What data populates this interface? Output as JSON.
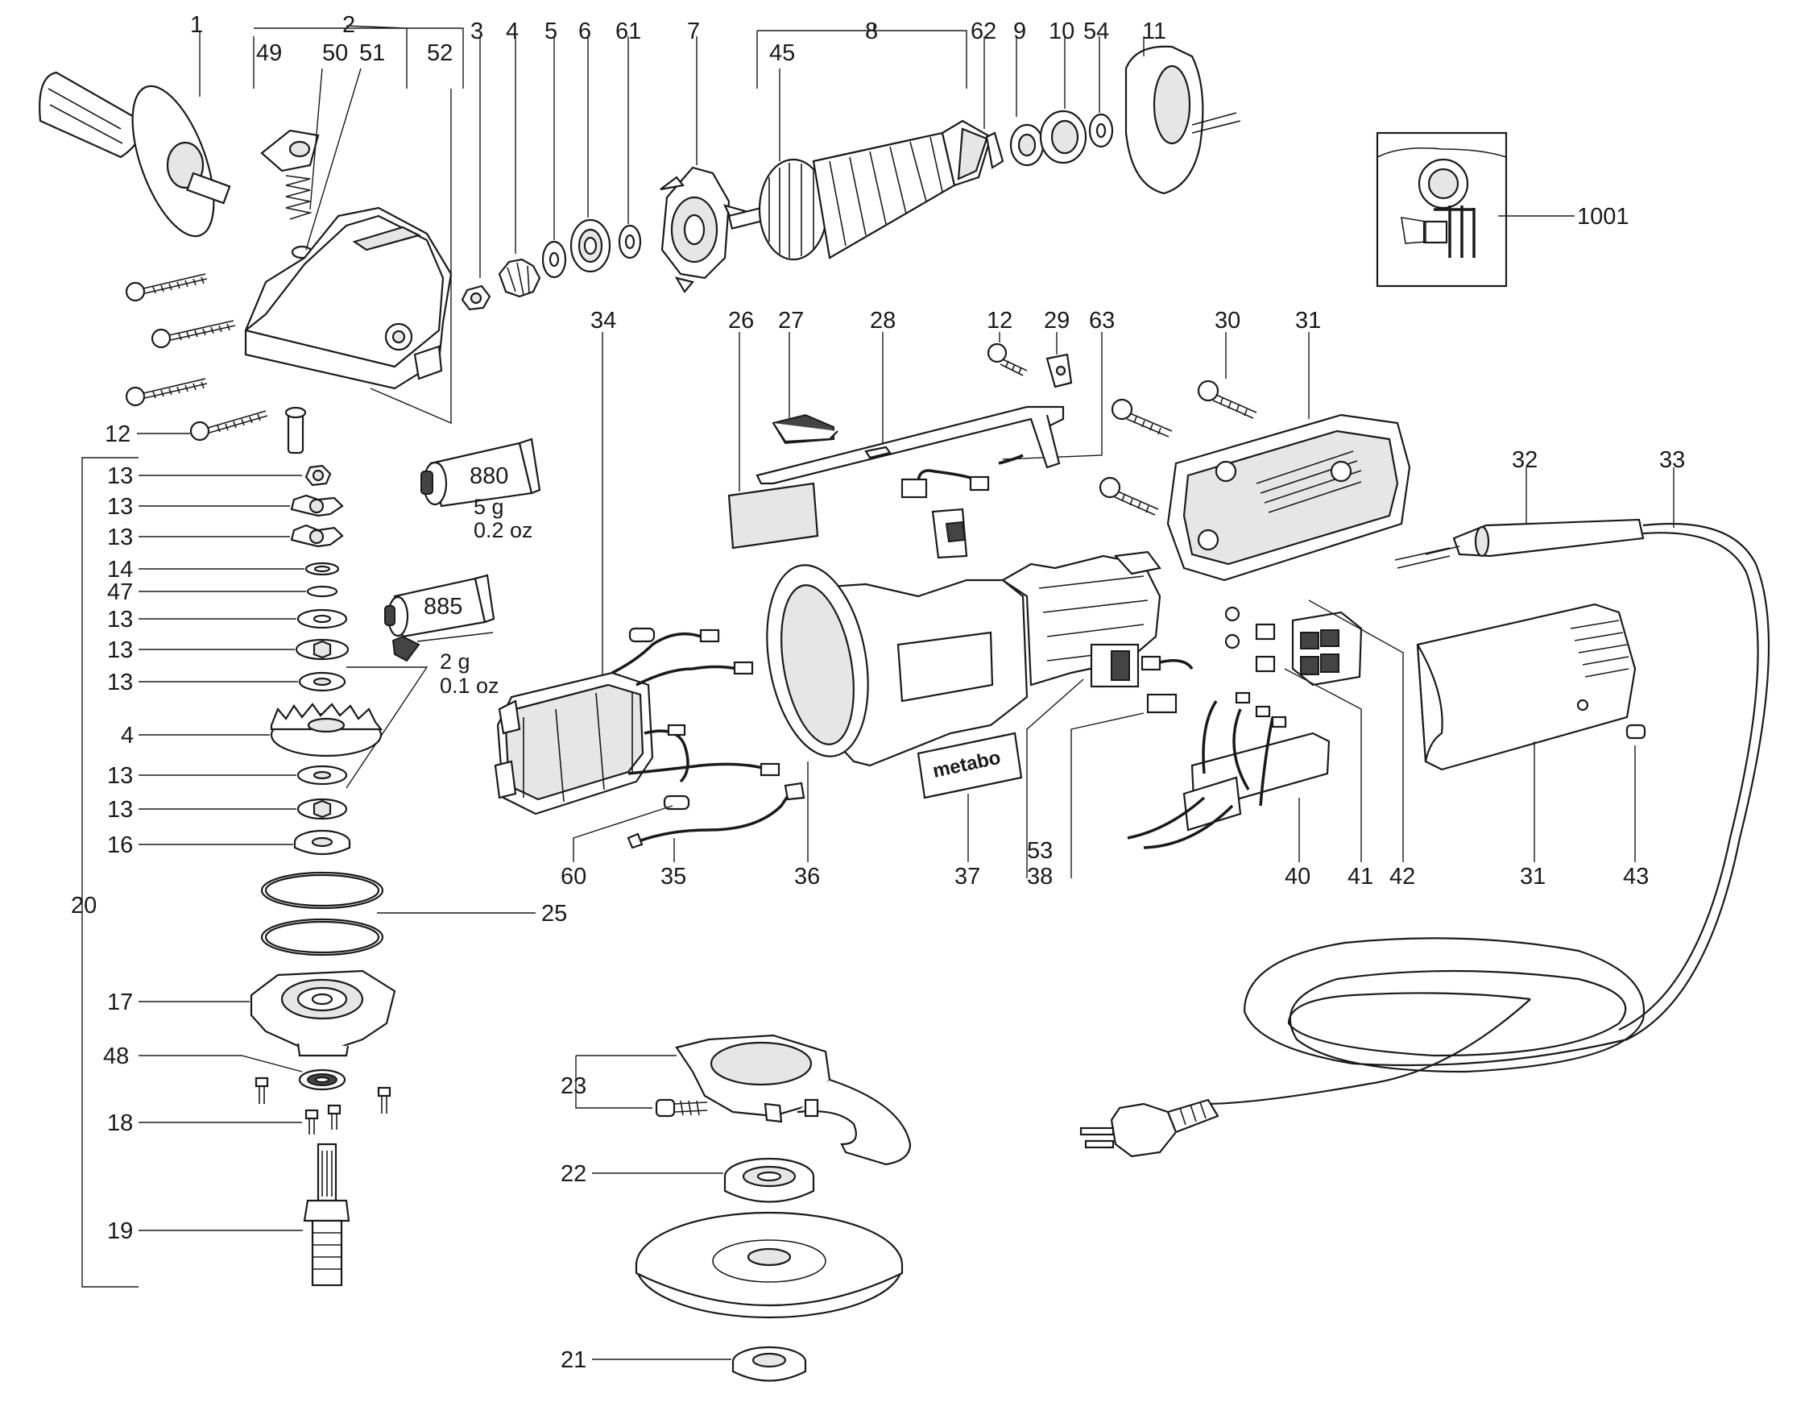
{
  "callouts": {
    "c1": "1",
    "c2": "2",
    "c3": "3",
    "c4": "4",
    "c4b": "4",
    "c5": "5",
    "c6": "6",
    "c61": "61",
    "c7": "7",
    "c8": "8",
    "c62": "62",
    "c9": "9",
    "c10": "10",
    "c54": "54",
    "c11": "11",
    "c49": "49",
    "c50": "50",
    "c51": "51",
    "c52": "52",
    "c45": "45",
    "c1001": "1001",
    "c34": "34",
    "c26": "26",
    "c27": "27",
    "c28": "28",
    "c12b": "12",
    "c29": "29",
    "c63": "63",
    "c30": "30",
    "c31": "31",
    "c12": "12",
    "c32": "32",
    "c33": "33",
    "c13a": "13",
    "c13b": "13",
    "c13c": "13",
    "c14": "14",
    "c47": "47",
    "c13d": "13",
    "c13e": "13",
    "c13f": "13",
    "c13g": "13",
    "c13h": "13",
    "c16": "16",
    "c20": "20",
    "c25": "25",
    "c17": "17",
    "c48": "48",
    "c18": "18",
    "c19": "19",
    "c60": "60",
    "c35": "35",
    "c36": "36",
    "c37": "37",
    "c53": "53",
    "c38": "38",
    "c40": "40",
    "c41": "41",
    "c42": "42",
    "c31b": "31",
    "c43": "43",
    "c23": "23",
    "c22": "22",
    "c21": "21"
  },
  "tubes": {
    "grease_880": {
      "number": "880",
      "weight": "5 g",
      "weight_oz": "0.2 oz"
    },
    "grease_885": {
      "number": "885",
      "weight": "2 g",
      "weight_oz": "0.1 oz"
    }
  },
  "brand_label": "metabo"
}
